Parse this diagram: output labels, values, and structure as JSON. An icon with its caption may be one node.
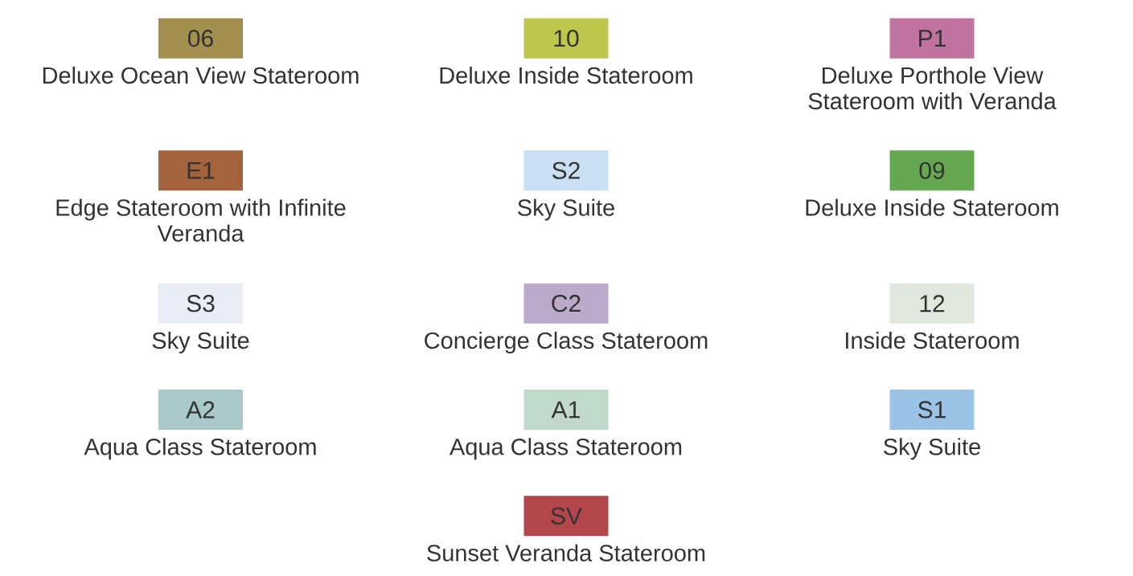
{
  "diagram": {
    "nodes": [
      {
        "text": [
          "06"
        ],
        "beside": [
          "Deluxe Ocean View Stateroom"
        ]
      },
      {
        "text": [
          "10"
        ],
        "beside": [
          "Deluxe Inside Stateroom"
        ]
      },
      {
        "text": [
          "P1"
        ],
        "beside": [
          "Deluxe Porthole View Stateroom with Veranda"
        ]
      },
      {
        "text": [
          "E1"
        ],
        "beside": [
          "Edge Stateroom with Infinite Veranda"
        ]
      },
      {
        "text": [
          "S2"
        ],
        "beside": [
          "Sky Suite"
        ]
      },
      {
        "text": [
          "09"
        ],
        "beside": [
          "Deluxe Inside Stateroom"
        ]
      },
      {
        "text": [
          "S3"
        ],
        "beside": [
          "Sky Suite"
        ]
      },
      {
        "text": [
          "C2"
        ],
        "beside": [
          "Concierge Class Stateroom"
        ]
      },
      {
        "text": [
          "12"
        ],
        "beside": [
          "Inside Stateroom"
        ]
      },
      {
        "text": [
          "A2"
        ],
        "beside": [
          "Aqua Class Stateroom"
        ]
      },
      {
        "text": [
          "A1"
        ],
        "beside": [
          "Aqua Class Stateroom"
        ]
      },
      {
        "text": [
          "S1"
        ],
        "beside": [
          "Sky Suite"
        ]
      },
      {
        "text": [
          "SV"
        ],
        "beside": [
          "Sunset Veranda Stateroom"
        ]
      }
    ]
  }
}
